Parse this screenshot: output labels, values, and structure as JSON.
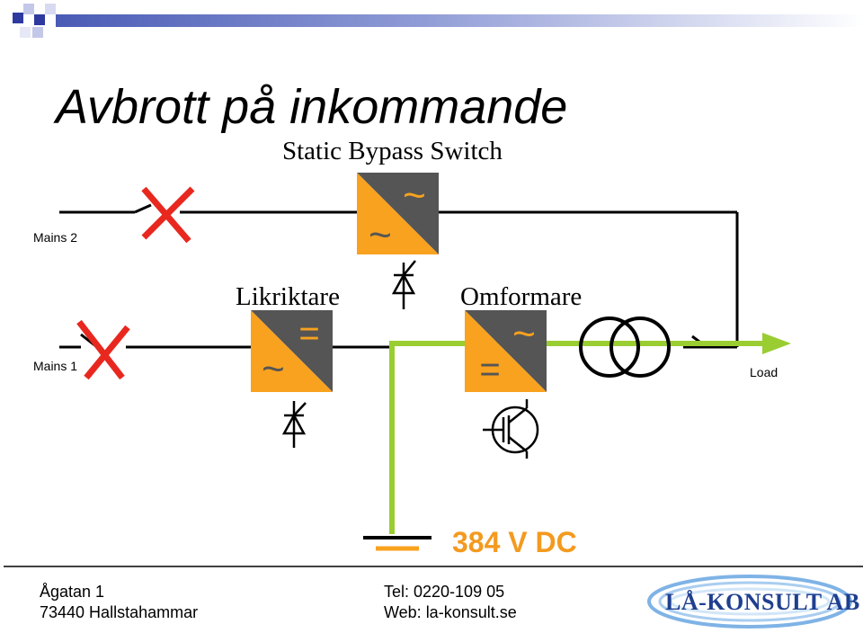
{
  "title": "Avbrott på inkommande",
  "labels": {
    "static_bypass_switch": "Static Bypass Switch",
    "likriktare": "Likriktare",
    "omformare": "Omformare",
    "mains2": "Mains 2",
    "mains1": "Mains 1",
    "load": "Load",
    "dc_voltage": "384 V DC"
  },
  "converter_symbols": {
    "ac": "~",
    "dc": "="
  },
  "footer": {
    "address_line1": "Ågatan 1",
    "address_line2": "73440 Hallstahammar",
    "tel": "Tel: 0220-109 05",
    "web": "Web: la-konsult.se"
  },
  "logo_text": "LÅ-KONSULT AB",
  "colors": {
    "orange": "#F8A21F",
    "dark_gray": "#555555",
    "green": "#9ACD32",
    "red": "#E8281F",
    "dc_text": "#F39A1F",
    "logo_blue": "#1f3f8f"
  }
}
